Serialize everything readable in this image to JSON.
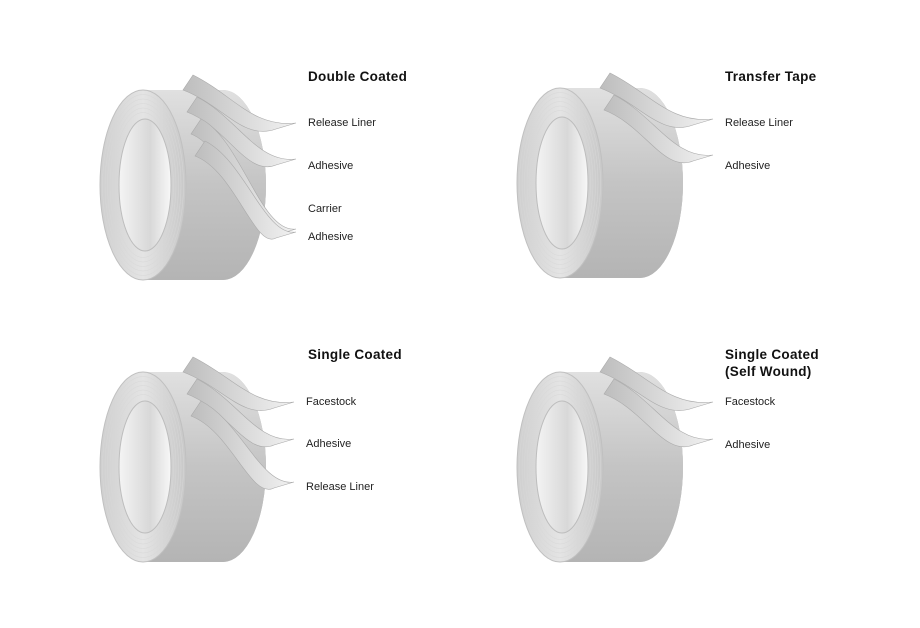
{
  "panels": [
    {
      "title": "Double Coated",
      "title2": "",
      "layers": [
        "Release Liner",
        "Adhesive",
        "Carrier",
        "Adhesive"
      ]
    },
    {
      "title": "Transfer Tape",
      "title2": "",
      "layers": [
        "Release Liner",
        "Adhesive"
      ]
    },
    {
      "title": "Single Coated",
      "title2": "",
      "layers": [
        "Facestock",
        "Adhesive",
        "Release Liner"
      ]
    },
    {
      "title": "Single Coated",
      "title2": "(Self Wound)",
      "layers": [
        "Facestock",
        "Adhesive"
      ]
    }
  ]
}
